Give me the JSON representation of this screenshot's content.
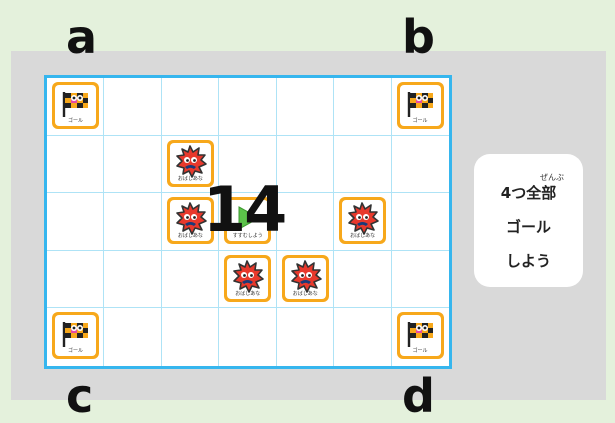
{
  "corners": {
    "a": "a",
    "b": "b",
    "c": "c",
    "d": "d"
  },
  "move_count": "14",
  "tiles": {
    "goal_caption": "ゴール",
    "monster_caption": "おばしあな",
    "start_caption": "すすむしよう"
  },
  "instruction": {
    "ruby": "ぜんぶ",
    "line1": "4つ全部",
    "line2": "ゴール",
    "line3": "しよう"
  },
  "colors": {
    "grid_border": "#36b6ee",
    "tile_frame": "#f7a81b",
    "start_arrow": "#5cc24a",
    "monster": "#e8392c"
  },
  "board": {
    "cols": 7,
    "rows": 5,
    "goals": [
      [
        0,
        0
      ],
      [
        6,
        0
      ],
      [
        0,
        4
      ],
      [
        6,
        4
      ]
    ],
    "monsters": [
      [
        2,
        1
      ],
      [
        2,
        2
      ],
      [
        5,
        2
      ],
      [
        3,
        3
      ],
      [
        4,
        3
      ]
    ],
    "start": [
      3,
      2
    ]
  }
}
